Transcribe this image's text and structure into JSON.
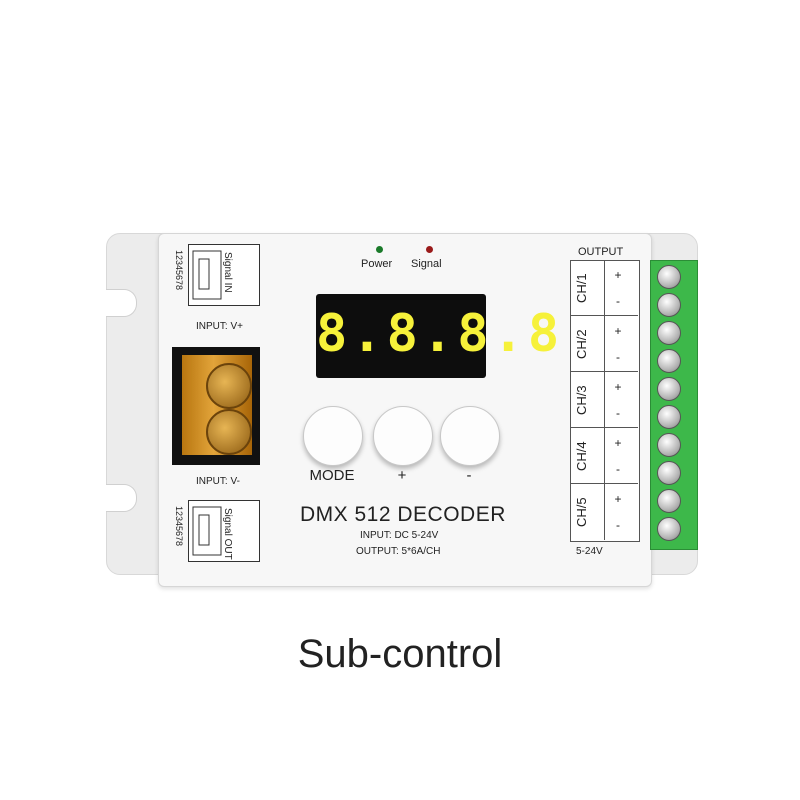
{
  "device": {
    "title": "DMX 512 DECODER",
    "input_spec": "INPUT: DC 5-24V",
    "output_spec": "OUTPUT: 5*6A/CH",
    "display_value": "8.8.8.8.",
    "leds": [
      {
        "label": "Power",
        "color": "#1a7a2a"
      },
      {
        "label": "Signal",
        "color": "#9a1a1a"
      }
    ],
    "buttons": [
      {
        "label": "MODE"
      },
      {
        "label": "+"
      },
      {
        "label": "-"
      }
    ],
    "signal_in": {
      "pins": "12345678",
      "label_line1": "Signal",
      "label_line2": "IN"
    },
    "signal_out": {
      "pins": "12345678",
      "label_line1": "Signal",
      "label_line2": "OUT"
    },
    "input_v_plus": "INPUT: V+",
    "input_v_minus": "INPUT: V-",
    "output_header": "OUTPUT",
    "channels": [
      {
        "label": "CH/1",
        "plus": "+",
        "minus": "-"
      },
      {
        "label": "CH/2",
        "plus": "+",
        "minus": "-"
      },
      {
        "label": "CH/3",
        "plus": "+",
        "minus": "-"
      },
      {
        "label": "CH/4",
        "plus": "+",
        "minus": "-"
      },
      {
        "label": "CH/5",
        "plus": "+",
        "minus": "-"
      }
    ],
    "output_voltage": "5-24V"
  },
  "caption": "Sub-control",
  "colors": {
    "display_bg": "#0d0d0d",
    "display_digits": "#f6f13a",
    "terminal_green": "#3db84a",
    "terminal_amber": "#e2a43a"
  }
}
